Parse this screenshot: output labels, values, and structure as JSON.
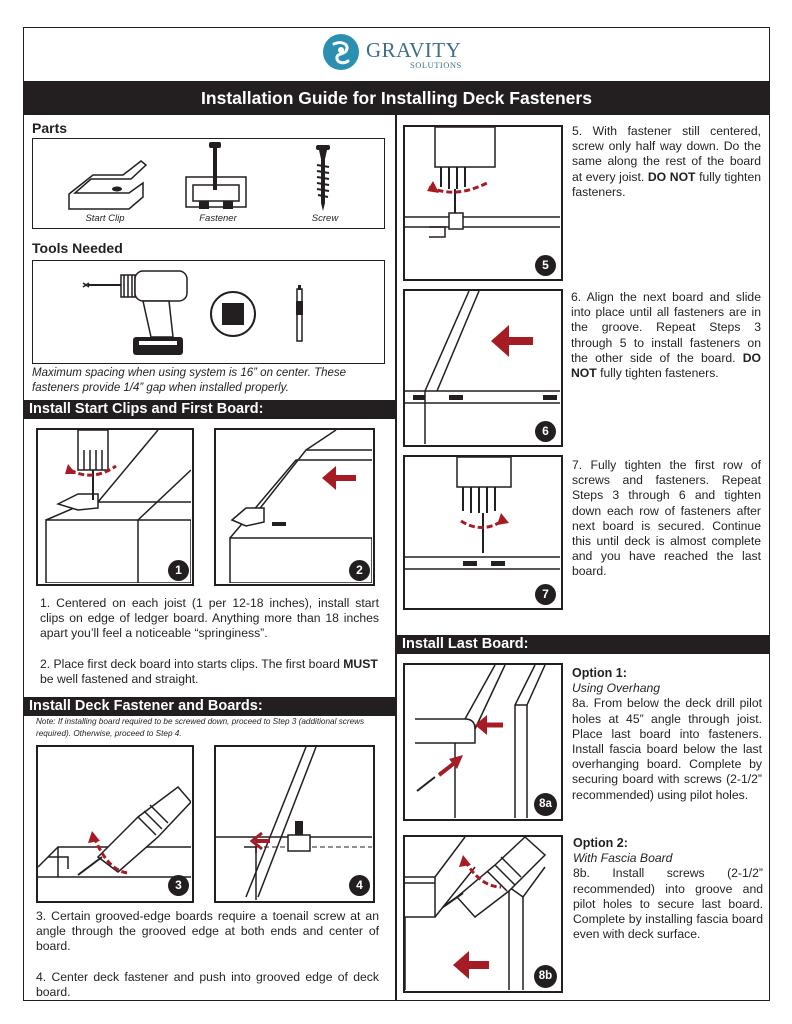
{
  "brand": {
    "name": "GRAVITY",
    "sub": "SOLUTIONS",
    "color": "#2a8fb0"
  },
  "title": "Installation Guide for Installing Deck Fasteners",
  "parts": {
    "heading": "Parts",
    "items": [
      {
        "caption": "Start Clip",
        "icon": "start-clip-icon"
      },
      {
        "caption": "Fastener",
        "icon": "fastener-icon"
      },
      {
        "caption": "Screw",
        "icon": "screw-icon"
      }
    ]
  },
  "tools": {
    "heading": "Tools Needed",
    "items": [
      "drill-icon",
      "square-bit-icon",
      "driver-bit-icon"
    ],
    "note": "Maximum spacing when using system is 16” on center. These fasteners provide 1/4” gap when installed properly."
  },
  "section_start": {
    "heading": "Install Start Clips and First Board:",
    "step1": "1. Centered on each joist (1 per 12-18 inches), install start clips on edge of ledger board. Anything more than 18 inches apart you’ll feel a noticeable “springiness”.",
    "step2_a": "2. Place first deck board into starts clips. The first board",
    "step2_strong": "MUST",
    "step2_b": "be well fastened and straight."
  },
  "section_fastener": {
    "heading": "Install Deck Fastener and Boards:",
    "note": "Note: If installing board required to be screwed down, proceed to Step 3 (additional screws required). Otherwise, proceed to Step 4.",
    "step3": "3. Certain grooved-edge boards require a toenail screw at an angle through the grooved edge at both ends and center of board.",
    "step4": "4. Center deck fastener and push into grooved edge of deck board."
  },
  "steps_right": {
    "step5_a": "5. With fastener still centered, screw only half way down. Do the same along the rest of the board at every joist.",
    "step5_strong": "DO NOT",
    "step5_b": "fully tighten fasteners.",
    "step6_a": "6. Align the next board and slide into place until all fasteners are in the groove. Repeat Steps 3 through 5 to install fasteners on the other side of the board.",
    "step6_strong": "DO NOT",
    "step6_b": "fully tighten fasteners.",
    "step7": "7. Fully tighten the first row of screws and fasteners. Repeat Steps 3 through 6 and tighten down each row of fasteners after next board is secured. Continue this until deck is almost complete and you have reached the last board."
  },
  "section_last": {
    "heading": "Install Last Board:",
    "opt1_title": "Option 1:",
    "opt1_sub": "Using Overhang",
    "opt1_text": "8a. From below the deck drill pilot holes at 45” angle through joist. Place last board into fasteners. Install fascia board below the last overhanging board. Complete by securing board with screws (2-1/2” recommended) using pilot holes.",
    "opt2_title": "Option 2:",
    "opt2_sub": "With Fascia Board",
    "opt2_text": "8b. Install screws (2-1/2” recommended) into groove and pilot holes to secure last board. Complete by installing fascia board even with deck surface."
  },
  "badges": [
    "1",
    "2",
    "3",
    "4",
    "5",
    "6",
    "7",
    "8a",
    "8b"
  ],
  "colors": {
    "ink": "#231f20",
    "arrow": "#a51c24",
    "accent": "#2a8fb0"
  }
}
